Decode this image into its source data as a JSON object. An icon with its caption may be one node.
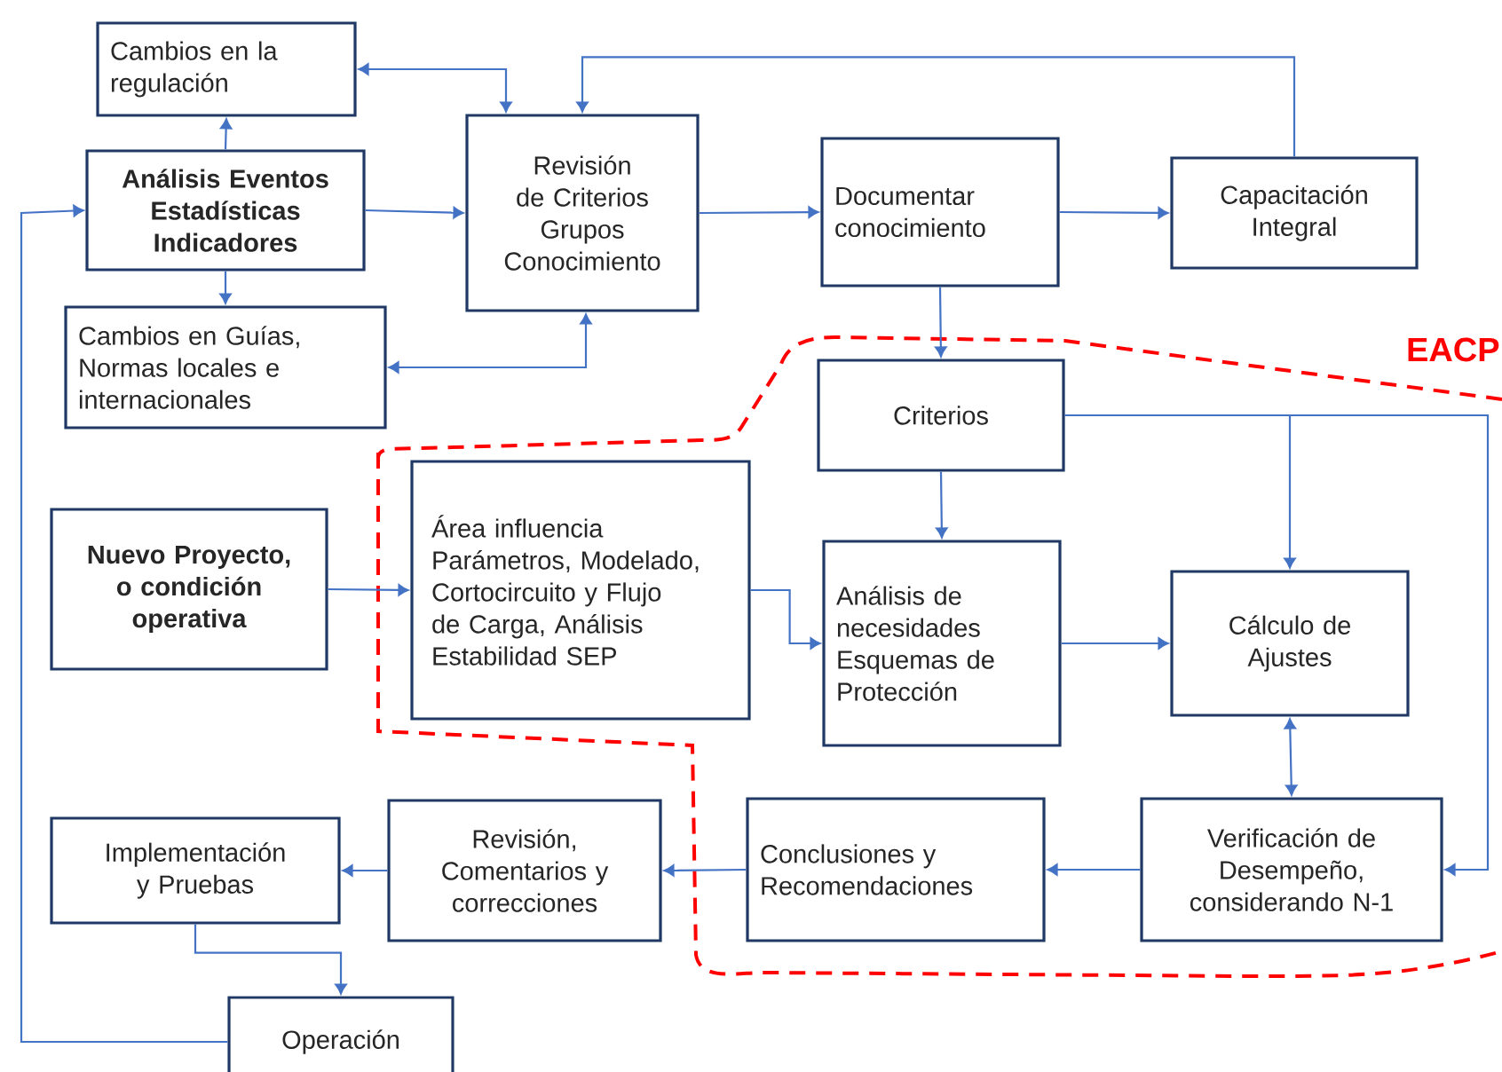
{
  "diagram": {
    "nodes": [
      {
        "text": [
          "Cambios en la regulación"
        ]
      },
      {
        "text": [
          "Análisis Eventos Estadísticas Indicadores"
        ]
      },
      {
        "text": [
          "Cambios en Guías, Normas locales e internacionales"
        ]
      },
      {
        "text": [
          "Revisión de Criterios Grupos Conocimiento"
        ]
      },
      {
        "text": [
          "Documentar conocimiento"
        ]
      },
      {
        "text": [
          "Capacitación Integral"
        ]
      },
      {
        "text": [
          "Criterios"
        ]
      },
      {
        "text": [
          "Área influencia Parámetros, Modelado, Cortocircuito y Flujo de Carga, Análisis Estabilidad SEP"
        ]
      },
      {
        "text": [
          "Nuevo Proyecto, o condición operativa"
        ]
      },
      {
        "text": [
          "Análisis de necesidades Esquemas de Protección"
        ]
      },
      {
        "text": [
          "Cálculo de Ajustes"
        ]
      },
      {
        "text": [
          "Verificación de Desempeño, considerando N-1"
        ]
      },
      {
        "text": [
          "Conclusiones y Recomendaciones"
        ]
      },
      {
        "text": [
          "Revisión, Comentarios y correcciones"
        ]
      },
      {
        "text": [
          "Implementación y Pruebas"
        ]
      },
      {
        "text": [
          "Operación"
        ]
      }
    ],
    "edges": [
      {
        "from": 1,
        "to": 0,
        "arrow": "to"
      },
      {
        "from": 0,
        "to": 3,
        "arrow": "both"
      },
      {
        "from": 1,
        "to": 2,
        "arrow": "to"
      },
      {
        "from": 3,
        "to": 2,
        "arrow": "both"
      },
      {
        "from": 1,
        "to": 3,
        "arrow": "to"
      },
      {
        "from": 3,
        "to": 4,
        "arrow": "to"
      },
      {
        "from": 4,
        "to": 5,
        "arrow": "to"
      },
      {
        "from": 5,
        "to": 3,
        "arrow": "to"
      },
      {
        "from": 4,
        "to": 6,
        "arrow": "to"
      },
      {
        "from": 6,
        "to": 9,
        "arrow": "to"
      },
      {
        "from": 6,
        "to": 10,
        "arrow": "to"
      },
      {
        "from": 6,
        "to": 11,
        "arrow": "to"
      },
      {
        "from": 8,
        "to": 7,
        "arrow": "to"
      },
      {
        "from": 7,
        "to": 9,
        "arrow": "to"
      },
      {
        "from": 9,
        "to": 10,
        "arrow": "to"
      },
      {
        "from": 10,
        "to": 11,
        "arrow": "both"
      },
      {
        "from": 11,
        "to": 12,
        "arrow": "to"
      },
      {
        "from": 12,
        "to": 13,
        "arrow": "to"
      },
      {
        "from": 13,
        "to": 14,
        "arrow": "to"
      },
      {
        "from": 14,
        "to": 15,
        "arrow": "to"
      },
      {
        "from": 15,
        "to": 1,
        "arrow": "to"
      }
    ],
    "labels": [
      "EACP"
    ]
  }
}
